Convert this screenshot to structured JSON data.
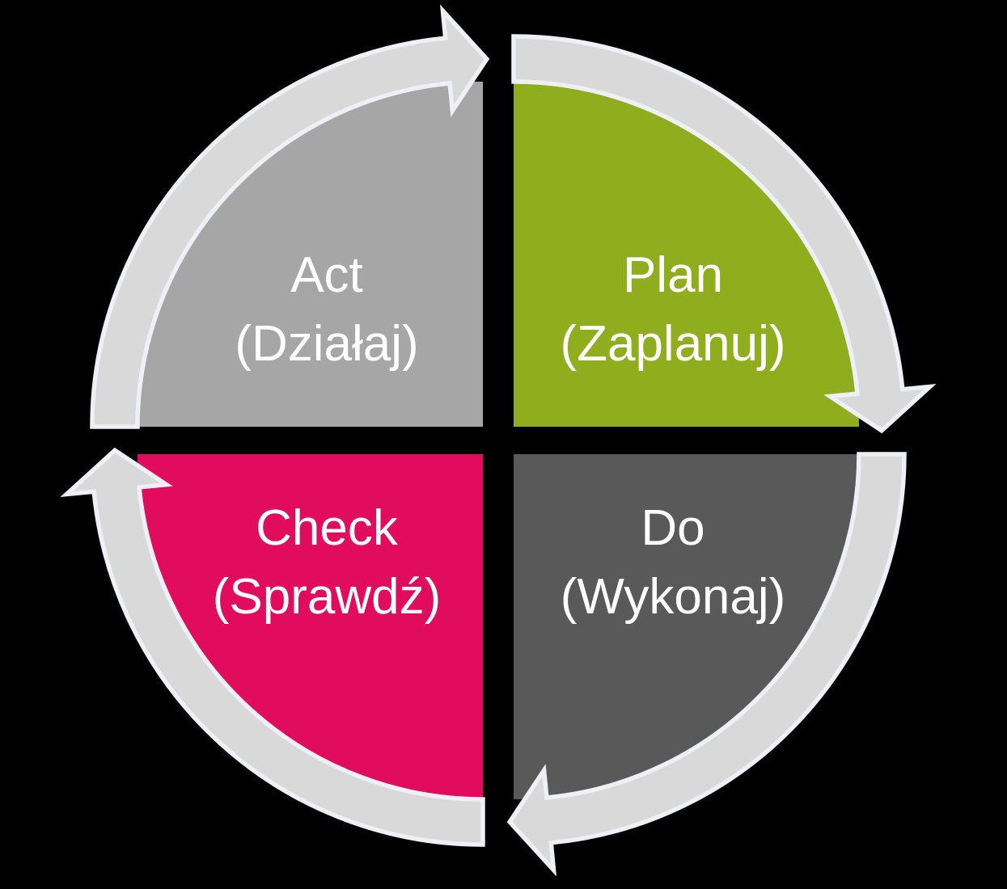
{
  "cycle": {
    "name": "PDCA cycle",
    "direction": "clockwise",
    "quadrants": [
      {
        "id": "plan",
        "position": "top-right",
        "label": "Plan",
        "translation": "(Zaplanuj)",
        "color": "#8FAD1C"
      },
      {
        "id": "do",
        "position": "bottom-right",
        "label": "Do",
        "translation": "(Wykonaj)",
        "color": "#595959"
      },
      {
        "id": "check",
        "position": "bottom-left",
        "label": "Check",
        "translation": "(Sprawdź)",
        "color": "#E10C5E"
      },
      {
        "id": "act",
        "position": "top-left",
        "label": "Act",
        "translation": "(Działaj)",
        "color": "#A6A6A6"
      }
    ],
    "ring_color": "#D9D9D9",
    "outline_color": "#EFEFF6",
    "background_color": "#000000",
    "text_color": "#FFFFFF"
  }
}
